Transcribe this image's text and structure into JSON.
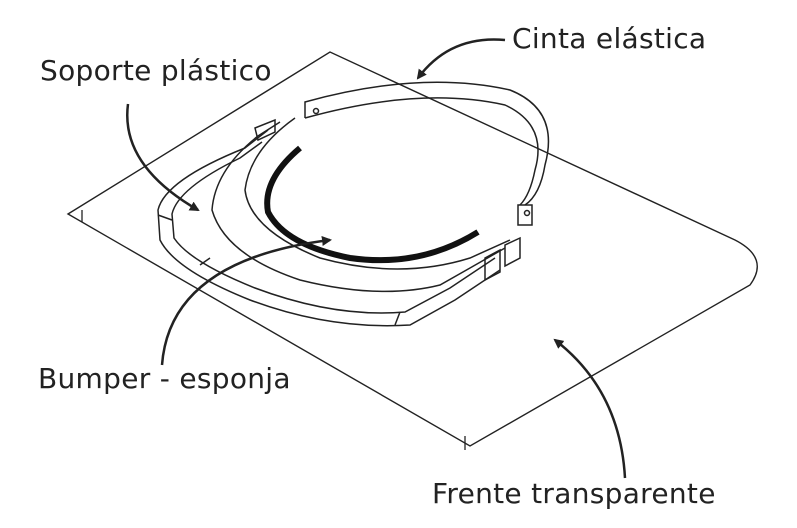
{
  "labels": {
    "soporte": "Soporte plástico",
    "cinta": "Cinta elástica",
    "bumper": "Bumper - esponja",
    "frente": "Frente transparente"
  },
  "colors": {
    "line": "#222222",
    "text": "#222222"
  }
}
